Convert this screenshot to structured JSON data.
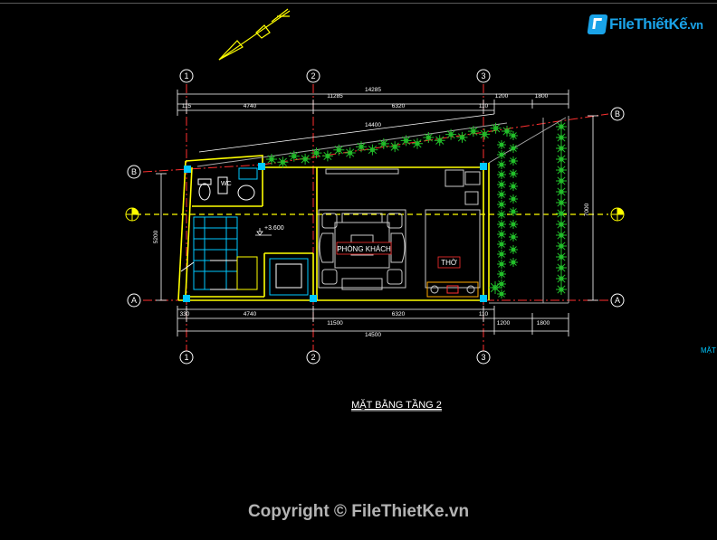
{
  "logo": {
    "part1": "File",
    "part2": "Thiết",
    "part3": "Kế",
    "part4": ".vn"
  },
  "drawing_title": "MẶT BẰNG TẦNG 2",
  "copyright": "Copyright © FileThietKe.vn",
  "grid_numbers": {
    "g1": "1",
    "g2": "2",
    "g3": "3"
  },
  "grid_letters": {
    "a": "A",
    "b": "B"
  },
  "dimensions_top": {
    "overall": "14285",
    "span_12": "11285",
    "seg_a": "1200",
    "seg_b": "1800",
    "small_left": "115",
    "first": "4740",
    "second": "6320",
    "small_right": "110",
    "diagonal": "14400"
  },
  "dimensions_bottom": {
    "small_left": "330",
    "first": "4740",
    "second": "6320",
    "small_right": "110",
    "span_12": "11500",
    "seg_a": "1200",
    "seg_b": "1800",
    "overall": "14500"
  },
  "dimensions_side": {
    "left": "5200",
    "right": "7000"
  },
  "rooms": {
    "wc": "WC",
    "living_room": "PHÒNG KHÁCH",
    "altar_room": "THỜ"
  },
  "level_mark": "+3.600",
  "edge_fragment": "MẶT",
  "colors": {
    "background": "#000000",
    "wall": "#ffff00",
    "grid_line": "#ff3030",
    "dim_line": "#ffffff",
    "center_line": "#ffff00",
    "furniture": "#c8c8c8",
    "plants": "#22c02a",
    "accent_cyan": "#00c8ff",
    "logo_blue": "#1aa3e8"
  }
}
